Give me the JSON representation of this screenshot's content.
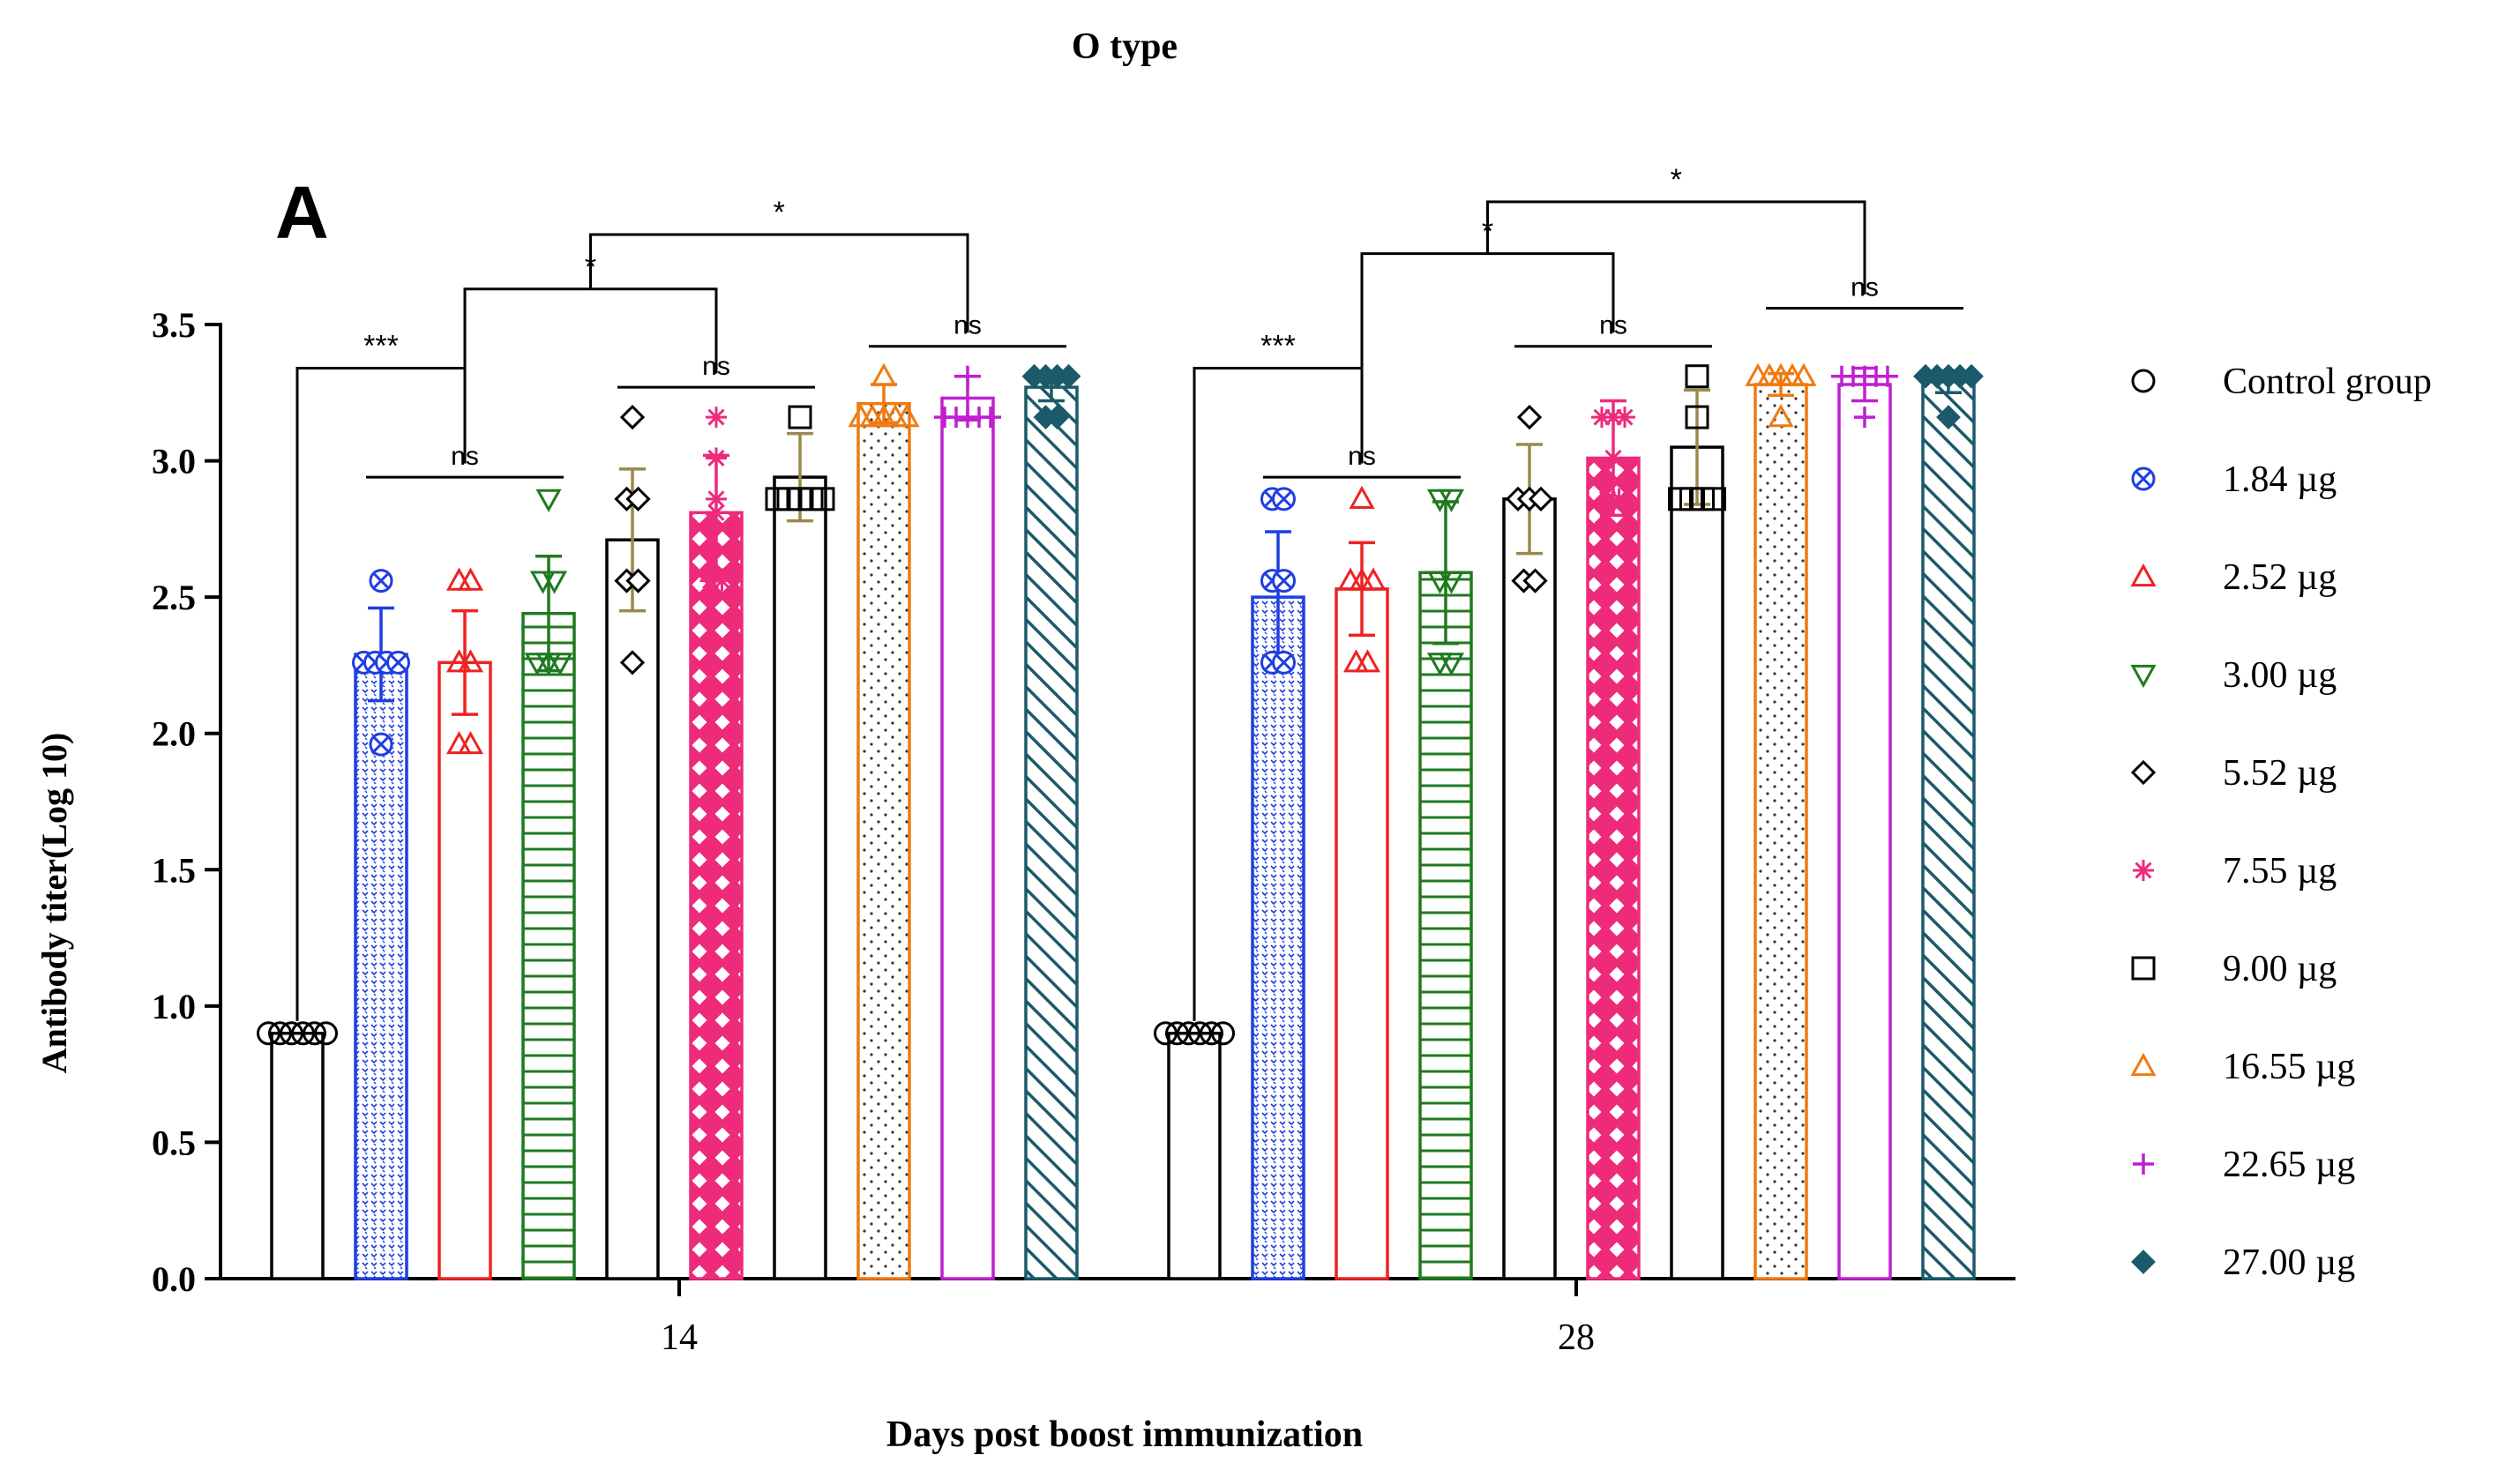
{
  "chart_data": {
    "type": "bar",
    "title": "O type",
    "panel_label": "A",
    "xlabel": "Days post boost immunization",
    "ylabel": "Antibody titer(Log 10)",
    "ylim": [
      0,
      3.5
    ],
    "yticks": [
      "0.0",
      "0.5",
      "1.0",
      "1.5",
      "2.0",
      "2.5",
      "3.0",
      "3.5"
    ],
    "categories": [
      "14",
      "28"
    ],
    "legend_position": "right",
    "series": [
      {
        "name": "Control group",
        "color": "#000000",
        "fill": "none",
        "marker": "circle",
        "values": [
          0.9,
          0.9
        ],
        "sd": [
          0.0,
          0.0
        ],
        "points": [
          [
            0.9,
            0.9,
            0.9,
            0.9,
            0.9,
            0.9
          ],
          [
            0.9,
            0.9,
            0.9,
            0.9,
            0.9,
            0.9
          ]
        ]
      },
      {
        "name": "1.84 µg",
        "color": "#1f3fe0",
        "fill": "dots",
        "marker": "circle-x",
        "values": [
          2.29,
          2.5
        ],
        "sd": [
          0.17,
          0.24
        ],
        "points": [
          [
            2.56,
            2.26,
            2.26,
            2.26,
            2.26,
            1.96
          ],
          [
            2.86,
            2.86,
            2.56,
            2.56,
            2.26,
            2.26
          ]
        ]
      },
      {
        "name": "2.52 µg",
        "color": "#ee2222",
        "fill": "none",
        "marker": "triangle-up",
        "values": [
          2.26,
          2.53
        ],
        "sd": [
          0.19,
          0.17
        ],
        "points": [
          [
            2.56,
            2.56,
            2.26,
            2.26,
            1.96,
            1.96
          ],
          [
            2.86,
            2.56,
            2.56,
            2.56,
            2.26,
            2.26
          ]
        ]
      },
      {
        "name": "3.00 µg",
        "color": "#1f7a1f",
        "fill": "hlines",
        "marker": "triangle-down",
        "values": [
          2.44,
          2.59
        ],
        "sd": [
          0.21,
          0.26
        ],
        "points": [
          [
            2.86,
            2.56,
            2.56,
            2.26,
            2.26,
            2.26
          ],
          [
            2.86,
            2.86,
            2.56,
            2.56,
            2.26,
            2.26
          ]
        ]
      },
      {
        "name": "5.52 µg",
        "color": "#000000",
        "fill": "none",
        "marker": "diamond-open",
        "values": [
          2.71,
          2.86
        ],
        "sd": [
          0.26,
          0.2
        ],
        "points": [
          [
            3.16,
            2.86,
            2.86,
            2.56,
            2.56,
            2.26
          ],
          [
            3.16,
            2.86,
            2.86,
            2.86,
            2.56,
            2.56
          ]
        ]
      },
      {
        "name": "7.55 µg",
        "color": "#ee2a7b",
        "fill": "lattice",
        "marker": "star",
        "values": [
          2.81,
          3.01
        ],
        "sd": [
          0.21,
          0.21
        ],
        "points": [
          [
            3.16,
            3.01,
            2.86,
            2.81,
            2.56,
            2.56
          ],
          [
            3.16,
            3.16,
            3.16,
            3.01,
            2.86,
            2.86
          ]
        ]
      },
      {
        "name": "9.00 µg",
        "color": "#000000",
        "fill": "none",
        "marker": "square-open",
        "values": [
          2.94,
          3.05
        ],
        "sd": [
          0.16,
          0.21
        ],
        "points": [
          [
            3.16,
            2.86,
            2.86,
            2.86,
            2.86,
            2.86
          ],
          [
            3.31,
            3.16,
            2.86,
            2.86,
            2.86,
            2.86
          ]
        ]
      },
      {
        "name": "16.55 µg",
        "color": "#f07a10",
        "fill": "sparse-dots",
        "marker": "triangle-up",
        "values": [
          3.21,
          3.28
        ],
        "sd": [
          0.07,
          0.04
        ],
        "points": [
          [
            3.31,
            3.16,
            3.16,
            3.16,
            3.16,
            3.16
          ],
          [
            3.31,
            3.31,
            3.31,
            3.31,
            3.31,
            3.16
          ]
        ]
      },
      {
        "name": "22.65 µg",
        "color": "#c020d0",
        "fill": "none",
        "marker": "plus",
        "values": [
          3.23,
          3.28
        ],
        "sd": [
          0.08,
          0.06
        ],
        "points": [
          [
            3.31,
            3.16,
            3.16,
            3.16,
            3.16,
            3.16
          ],
          [
            3.31,
            3.31,
            3.31,
            3.31,
            3.31,
            3.16
          ]
        ]
      },
      {
        "name": "27.00 µg",
        "color": "#1a5a6a",
        "fill": "diagonal",
        "marker": "diamond-filled",
        "values": [
          3.27,
          3.29
        ],
        "sd": [
          0.05,
          0.04
        ],
        "points": [
          [
            3.31,
            3.31,
            3.31,
            3.31,
            3.16,
            3.16
          ],
          [
            3.31,
            3.31,
            3.31,
            3.31,
            3.31,
            3.16
          ]
        ]
      }
    ],
    "annotations": {
      "day14": {
        "ns_groups": [
          {
            "from": 1,
            "to": 3,
            "y": 2.94,
            "label": "ns"
          },
          {
            "from": 4,
            "to": 6,
            "y": 3.27,
            "label": "ns"
          },
          {
            "from": 7,
            "to": 9,
            "y": 3.42,
            "label": "ns"
          }
        ],
        "brackets": [
          {
            "left_series": 0,
            "right_group": [
              1,
              3
            ],
            "y": 3.34,
            "label": "***"
          },
          {
            "left_group": [
              1,
              3
            ],
            "right_group": [
              4,
              6
            ],
            "y": 3.63,
            "label": "*"
          },
          {
            "left_group": [
              1,
              6
            ],
            "right_group": [
              7,
              9
            ],
            "y": 3.83,
            "label": "*"
          }
        ]
      },
      "day28": {
        "ns_groups": [
          {
            "from": 1,
            "to": 3,
            "y": 2.94,
            "label": "ns"
          },
          {
            "from": 4,
            "to": 6,
            "y": 3.42,
            "label": "ns"
          },
          {
            "from": 7,
            "to": 9,
            "y": 3.56,
            "label": "ns"
          }
        ],
        "brackets": [
          {
            "left_series": 0,
            "right_group": [
              1,
              3
            ],
            "y": 3.34,
            "label": "***"
          },
          {
            "left_group": [
              1,
              3
            ],
            "right_group": [
              4,
              6
            ],
            "y": 3.76,
            "label": "*"
          },
          {
            "left_group": [
              1,
              6
            ],
            "right_group": [
              7,
              9
            ],
            "y": 3.95,
            "label": "*"
          }
        ]
      }
    }
  }
}
